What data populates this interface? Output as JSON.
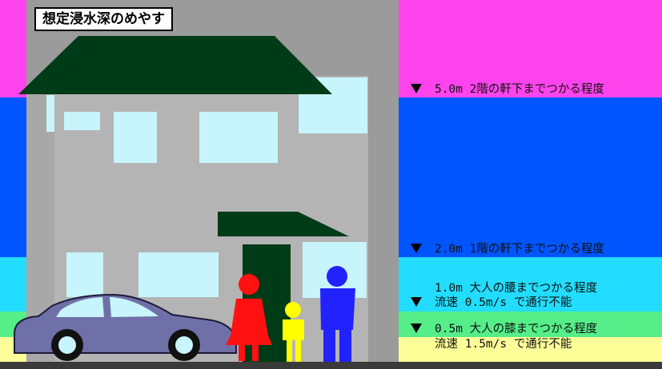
{
  "title": "想定浸水深のめやす",
  "levels": [
    {
      "depth": "5.0m",
      "text": "2階の軒下までつかる程度",
      "color": "#ff44ee"
    },
    {
      "depth": "2.0m",
      "text": "1階の軒下までつかる程度",
      "color": "#0055ff"
    },
    {
      "depth": "1.0m",
      "text": "大人の腰までつかる程度",
      "sub": "流速 0.5m/s で通行不能",
      "color": "#22ddff"
    },
    {
      "depth": "0.5m",
      "text": "大人の膝までつかる程度",
      "sub": "流速 1.5m/s で通行不能",
      "color": "#55ee88"
    },
    {
      "depth": "",
      "text": "",
      "color": "#ffff99"
    }
  ],
  "colors": {
    "house": "#b4b4b4",
    "house_side": "#9b9b9b",
    "roof": "#003b17",
    "window": "#c8f4fb",
    "door": "#003b17",
    "car": "#7070a8",
    "woman": "#ff1111",
    "child": "#ffff00",
    "man": "#2222ff"
  },
  "icons": [
    "water-level-marker-icon",
    "house-icon",
    "car-icon",
    "woman-icon",
    "child-icon",
    "man-icon"
  ]
}
